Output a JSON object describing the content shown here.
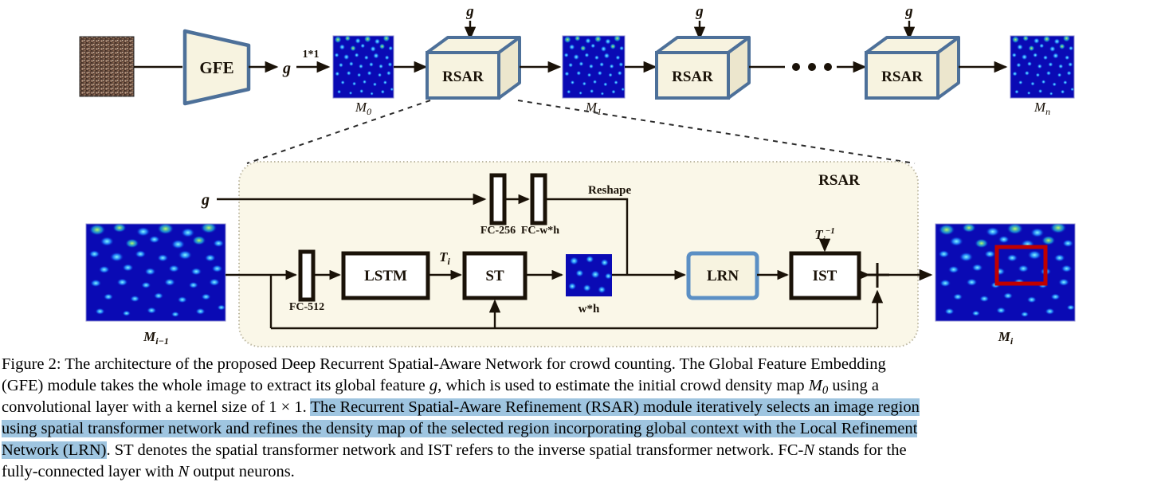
{
  "figure": {
    "top_row": {
      "input_image_label": "crowd-photo",
      "gfe_label": "GFE",
      "g_label": "g",
      "conv_label": "1*1",
      "density_maps": [
        {
          "id": "M0",
          "base": "M",
          "sub": "0"
        },
        {
          "id": "M1",
          "base": "M",
          "sub": "1"
        },
        {
          "id": "Mn",
          "base": "M",
          "sub": "n"
        }
      ],
      "modules": [
        {
          "label": "RSAR",
          "g_input": "g"
        },
        {
          "label": "RSAR",
          "g_input": "g"
        },
        {
          "label": "RSAR",
          "g_input": "g"
        }
      ],
      "ellipsis": "• • •"
    },
    "detail_panel": {
      "title": "RSAR",
      "input_map": {
        "base": "M",
        "sub": "i-1"
      },
      "output_map": {
        "base": "M",
        "sub": "i"
      },
      "g_input": "g",
      "fc256": "FC-256",
      "fcwh": "FC-w*h",
      "fc512": "FC-512",
      "reshape": "Reshape",
      "lstm": "LSTM",
      "st": "ST",
      "ist": "IST",
      "lrn": "LRN",
      "t_i": "T",
      "t_i_sub": "i",
      "t_inv": "T",
      "t_inv_sub": "i",
      "t_inv_sup": "-1",
      "wh_map_label": "w*h",
      "plus": "+",
      "selected_region": "red-box"
    },
    "colors": {
      "box_fill": "#f7f3e0",
      "box_border": "#4d7099",
      "panel_fill": "#faf7e8",
      "panel_border": "#c9c4ae",
      "black": "#1a1208",
      "lrn_border": "#5b8fc4",
      "red_box": "#c00000",
      "highlight": "#9fc5e0"
    }
  },
  "caption": {
    "label": "Figure 2:",
    "lines": [
      [
        {
          "t": "Figure 2:  The architecture of the proposed Deep Recurrent Spatial-Aware Network for crowd counting.  The Global Feature Embedding",
          "h": false
        }
      ],
      [
        {
          "t": "(GFE) module takes the whole image to extract its global feature ",
          "h": false
        },
        {
          "t": "g",
          "h": false,
          "i": true
        },
        {
          "t": ", which is used to estimate the initial crowd density map ",
          "h": false
        },
        {
          "t": "M",
          "h": false,
          "i": true
        },
        {
          "t": "0",
          "h": false,
          "sub": true
        },
        {
          "t": " using a",
          "h": false
        }
      ],
      [
        {
          "t": "convolutional layer with a kernel size of 1 × 1. ",
          "h": false
        },
        {
          "t": "The Recurrent Spatial-Aware Refinement (RSAR) module iteratively selects an image region",
          "h": true
        }
      ],
      [
        {
          "t": "using spatial transformer network and refines the density map of the selected region incorporating global context with the Local Refinement",
          "h": true
        }
      ],
      [
        {
          "t": "Network (LRN)",
          "h": true
        },
        {
          "t": ". ST denotes the spatial transformer network and IST refers to the inverse spatial transformer network. FC-",
          "h": false
        },
        {
          "t": "N",
          "h": false,
          "i": true
        },
        {
          "t": " stands for the",
          "h": false
        }
      ],
      [
        {
          "t": "fully-connected layer with ",
          "h": false
        },
        {
          "t": "N",
          "h": false,
          "i": true
        },
        {
          "t": " output neurons.",
          "h": false
        }
      ]
    ]
  }
}
